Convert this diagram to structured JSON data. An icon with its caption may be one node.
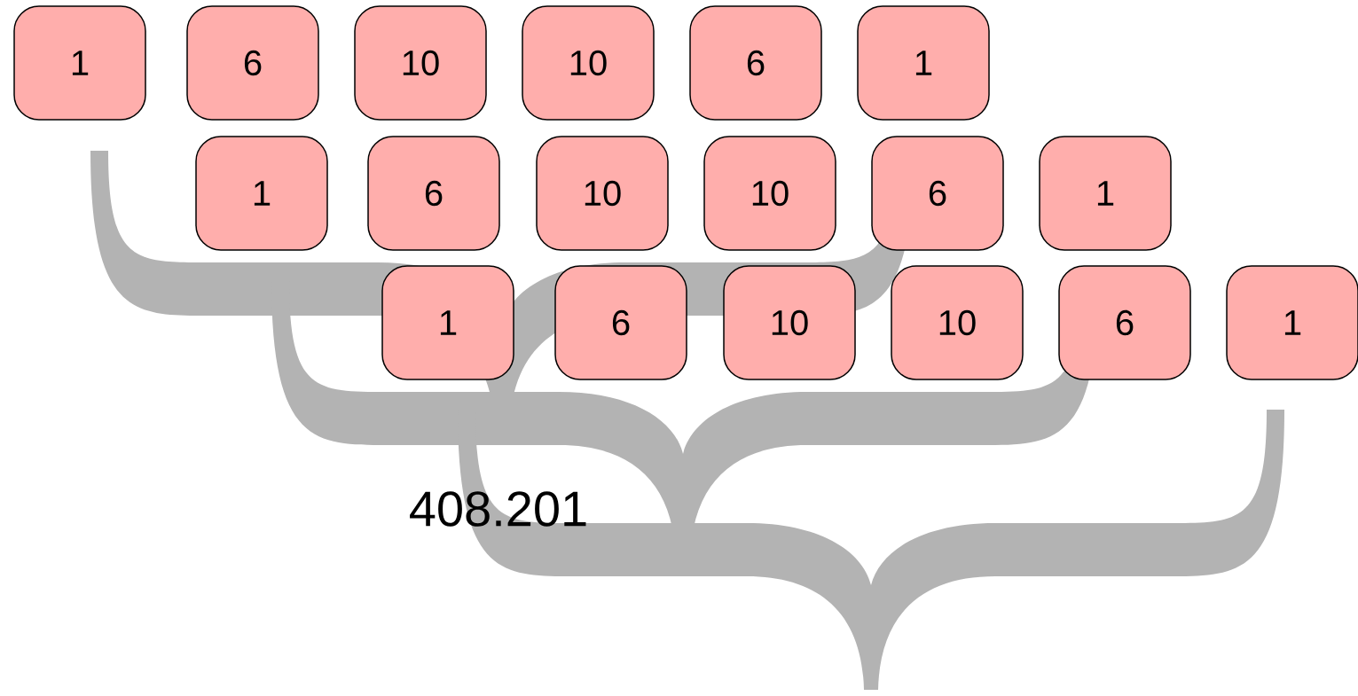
{
  "diagram": {
    "nodes": [
      {
        "text": [
          "1"
        ]
      },
      {
        "text": [
          "6"
        ]
      },
      {
        "text": [
          "10"
        ]
      },
      {
        "text": [
          "10"
        ]
      },
      {
        "text": [
          "6"
        ]
      },
      {
        "text": [
          "1"
        ]
      },
      {
        "text": [
          "1"
        ]
      },
      {
        "text": [
          "6"
        ]
      },
      {
        "text": [
          "10"
        ]
      },
      {
        "text": [
          "10"
        ]
      },
      {
        "text": [
          "6"
        ]
      },
      {
        "text": [
          "1"
        ]
      },
      {
        "text": [
          "1"
        ]
      },
      {
        "text": [
          "6"
        ]
      },
      {
        "text": [
          "10"
        ]
      },
      {
        "text": [
          "10"
        ]
      },
      {
        "text": [
          "6"
        ]
      },
      {
        "text": [
          "1"
        ]
      }
    ],
    "labels": [
      "408.201"
    ]
  }
}
